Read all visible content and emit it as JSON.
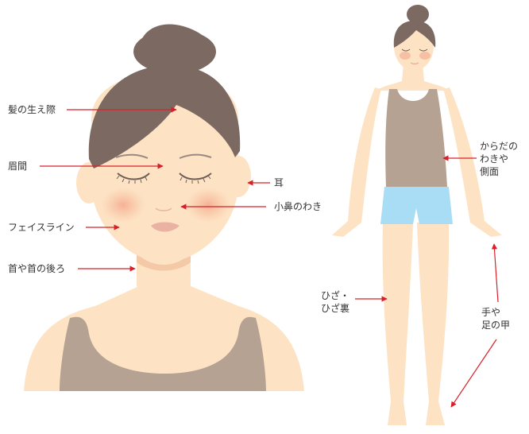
{
  "colors": {
    "skin": "#FDE3C3",
    "skin_shadow": "#F3C9A7",
    "hair": "#7C6A62",
    "top": "#B6A293",
    "shorts": "#A9DDF5",
    "blush": "#F5B79E",
    "lips": "#E9B2A2",
    "arrow": "#D8202A",
    "text": "#333333"
  },
  "labels": {
    "hairline": "髪の生え際",
    "brow": "眉間",
    "ear": "耳",
    "nose": "小鼻のわき",
    "faceline": "フェイスライン",
    "neck": "首や首の後ろ",
    "body_side": [
      "からだの",
      "わきや",
      "側面"
    ],
    "knee": [
      "ひざ・",
      "ひざ裏"
    ],
    "hands_feet": [
      "手や",
      "足の甲"
    ]
  }
}
